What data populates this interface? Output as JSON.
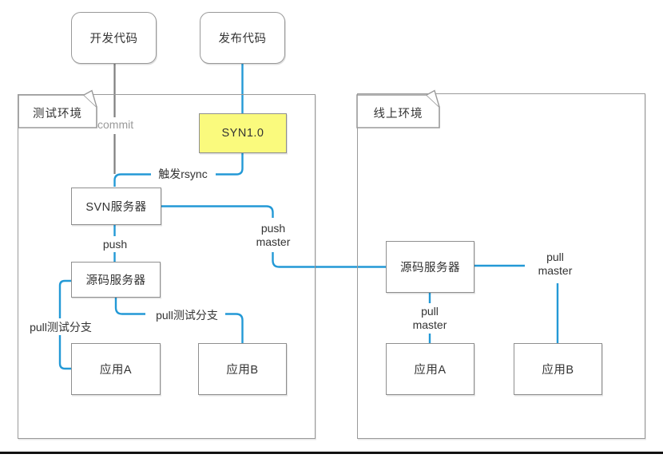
{
  "colors": {
    "accent_blue": "#2399D6",
    "box_border": "#8f8f8f",
    "container_border": "#9a9a9a",
    "highlight_yellow": "#FAFA7D",
    "text_dark": "#333333",
    "muted_gray": "#9a9a9a",
    "bottom_rule": "#111111"
  },
  "top_nodes": {
    "dev_code": "开发代码",
    "release_code": "发布代码"
  },
  "test_env": {
    "title": "测试环境",
    "syn_box": "SYN1.0",
    "svn_server": "SVN服务器",
    "source_server": "源码服务器",
    "app_a": "应用A",
    "app_b": "应用B"
  },
  "online_env": {
    "title": "线上环境",
    "source_server": "源码服务器",
    "app_a": "应用A",
    "app_b": "应用B"
  },
  "edge_labels": {
    "commit": "commit",
    "trigger_rsync": "触发rsync",
    "push": "push",
    "push_master": "push\nmaster",
    "pull_test_branch_a": "pull测试分支",
    "pull_test_branch_b": "pull测试分支",
    "pull_master_a": "pull\nmaster",
    "pull_master_b": "pull\nmaster"
  }
}
